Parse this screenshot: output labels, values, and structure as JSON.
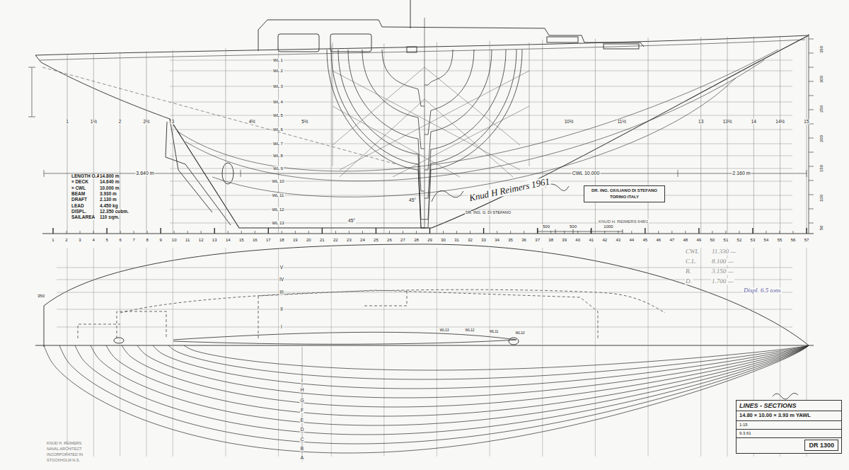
{
  "diagram": {
    "nodes": [
      {
        "text": [
          "DR. ING. GIULIANO DI STEFANO",
          "TORINO ITALY"
        ]
      },
      {
        "text": [
          "LINES - SECTIONS",
          "14.80 × 10.00 × 3.93 m YAWL",
          "1:15",
          "9.3.61",
          "DR 1300"
        ]
      }
    ],
    "labels": [
      "LENGTH O.A",
      "14.800 m",
      "» DECK",
      "14.640 m",
      "» CWL",
      "10.000 m",
      "BEAM",
      "3.930 m",
      "DRAFT",
      "2.130 m",
      "LEAD",
      "4.450 kg",
      "DISPL.",
      "12.350 cubm.",
      "SAILAREA",
      "110 sqm.",
      "3.640 m",
      "CWL 10.000",
      "2.160 m",
      "500",
      "500",
      "1000",
      "1",
      "1½",
      "2",
      "2½",
      "3",
      "4½",
      "5½",
      "10½",
      "11½",
      "13",
      "13½",
      "14",
      "14½",
      "15",
      "WL 1",
      "WL 2",
      "WL 3",
      "WL 4",
      "WL 5",
      "WL 6",
      "WL 7",
      "WL 8",
      "WL 9",
      "WL 10",
      "WL 11",
      "WL 12",
      "WL 13",
      "1",
      "2",
      "3",
      "4",
      "5",
      "6",
      "7",
      "8",
      "9",
      "10",
      "11",
      "12",
      "13",
      "14",
      "15",
      "16",
      "17",
      "18",
      "19",
      "20",
      "21",
      "22",
      "23",
      "24",
      "25",
      "26",
      "27",
      "28",
      "29",
      "30",
      "31",
      "32",
      "33",
      "34",
      "35",
      "36",
      "37",
      "38",
      "39",
      "40",
      "41",
      "42",
      "43",
      "44",
      "45",
      "46",
      "47",
      "48",
      "49",
      "50",
      "51",
      "52",
      "53",
      "54",
      "55",
      "56",
      "57",
      "350",
      "300",
      "250",
      "200",
      "150",
      "100",
      "50",
      "45°",
      "45°",
      "350",
      "V",
      "IV",
      "III",
      "II",
      "I",
      "I",
      "H",
      "G",
      "F",
      "E",
      "D",
      "C",
      "B",
      "A",
      "WL13",
      "WL12",
      "WL11",
      "WL10",
      "CWL",
      "11.330 —",
      "C.L.",
      "8.100 —",
      "B.",
      "3.150 —",
      "D.",
      "1.700 —",
      "Displ. 6.5 tons",
      "Knud H Reimers 1961",
      "DR. ING. G. DI STEFANO",
      "KNUD H. REIMERS 648/1",
      "KNUD H. REIMERS",
      "NAVAL ARCHITECT",
      "INCORPORATED IN",
      "STOCKHOLM N.S."
    ]
  }
}
